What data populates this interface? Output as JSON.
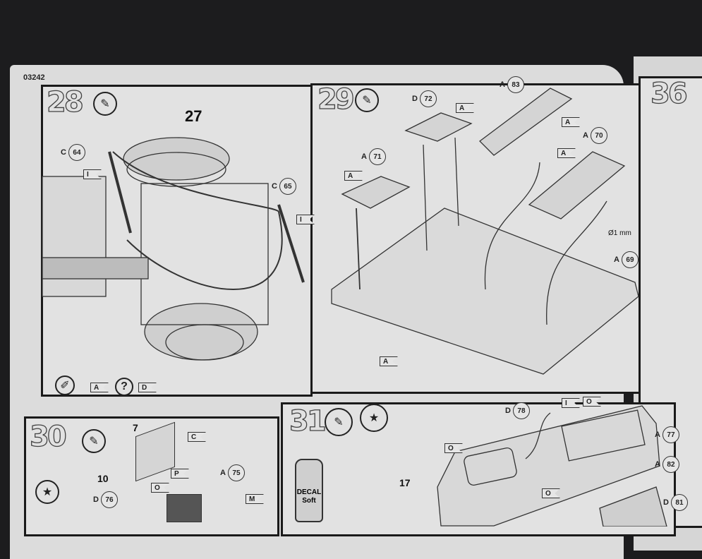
{
  "page_code": "03242",
  "steps": {
    "s28": {
      "number": "28",
      "subassembly": "27",
      "callouts": [
        {
          "letter": "C",
          "part": "64"
        },
        {
          "letter": "C",
          "part": "65"
        }
      ],
      "flags": [
        "I",
        "I"
      ],
      "paint_legend": {
        "a": "A",
        "q": "?",
        "d": "D"
      }
    },
    "s29": {
      "number": "29",
      "callouts": [
        {
          "letter": "A",
          "part": "71"
        },
        {
          "letter": "D",
          "part": "72"
        },
        {
          "letter": "A",
          "part": "83"
        },
        {
          "letter": "A",
          "part": "70"
        },
        {
          "letter": "A",
          "part": "69"
        }
      ],
      "flags": [
        "A",
        "A",
        "A",
        "A",
        "A"
      ],
      "drill": "Ø1 mm"
    },
    "s30": {
      "number": "30",
      "labels": [
        "7",
        "10"
      ],
      "callouts": [
        {
          "letter": "D",
          "part": "76"
        },
        {
          "letter": "A",
          "part": "75"
        }
      ],
      "flags": [
        "C",
        "P",
        "O",
        "M"
      ]
    },
    "s31": {
      "number": "31",
      "subassembly": "17",
      "callouts": [
        {
          "letter": "D",
          "part": "78"
        },
        {
          "letter": "A",
          "part": "77"
        },
        {
          "letter": "A",
          "part": "82"
        },
        {
          "letter": "D",
          "part": "81"
        }
      ],
      "flags": [
        "I",
        "O",
        "O",
        "O"
      ],
      "decal_bottle": {
        "line1": "DECAL",
        "line2": "Soft"
      }
    },
    "s36": {
      "number": "36"
    }
  }
}
